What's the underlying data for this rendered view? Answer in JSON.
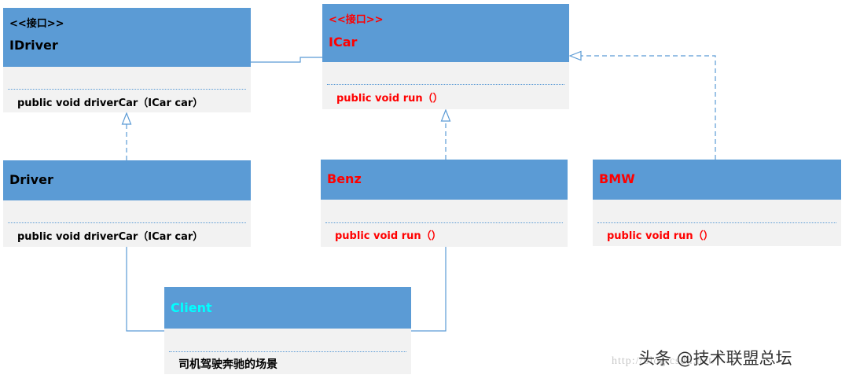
{
  "colors": {
    "header": "#5b9bd5",
    "body": "#f2f2f2",
    "interface_text": "#ff0000",
    "client_text": "#00ffff",
    "default_text": "#000000",
    "connector": "#5b9bd5"
  },
  "classes": {
    "idriver": {
      "stereotype": "<<接口>>",
      "name": "IDriver",
      "method": "public void driverCar（ICar car）"
    },
    "icar": {
      "stereotype": "<<接口>>",
      "name": "ICar",
      "method": "public void run（）"
    },
    "driver": {
      "name": "Driver",
      "method": "public void driverCar（ICar car）"
    },
    "benz": {
      "name": "Benz",
      "method": "public void run（）"
    },
    "bmw": {
      "name": "BMW",
      "method": "public void run（）"
    },
    "client": {
      "name": "Client",
      "method": "司机驾驶奔驰的场景"
    }
  },
  "relations": [
    {
      "type": "association",
      "from": "IDriver",
      "to": "ICar"
    },
    {
      "type": "realization",
      "from": "Driver",
      "to": "IDriver"
    },
    {
      "type": "realization",
      "from": "Benz",
      "to": "ICar"
    },
    {
      "type": "realization",
      "from": "BMW",
      "to": "ICar"
    },
    {
      "type": "association",
      "from": "Client",
      "to": "Driver"
    },
    {
      "type": "association",
      "from": "Client",
      "to": "Benz"
    }
  ],
  "watermark": "http://blog.csdn.net/",
  "credit": "头条 @技术联盟总坛"
}
